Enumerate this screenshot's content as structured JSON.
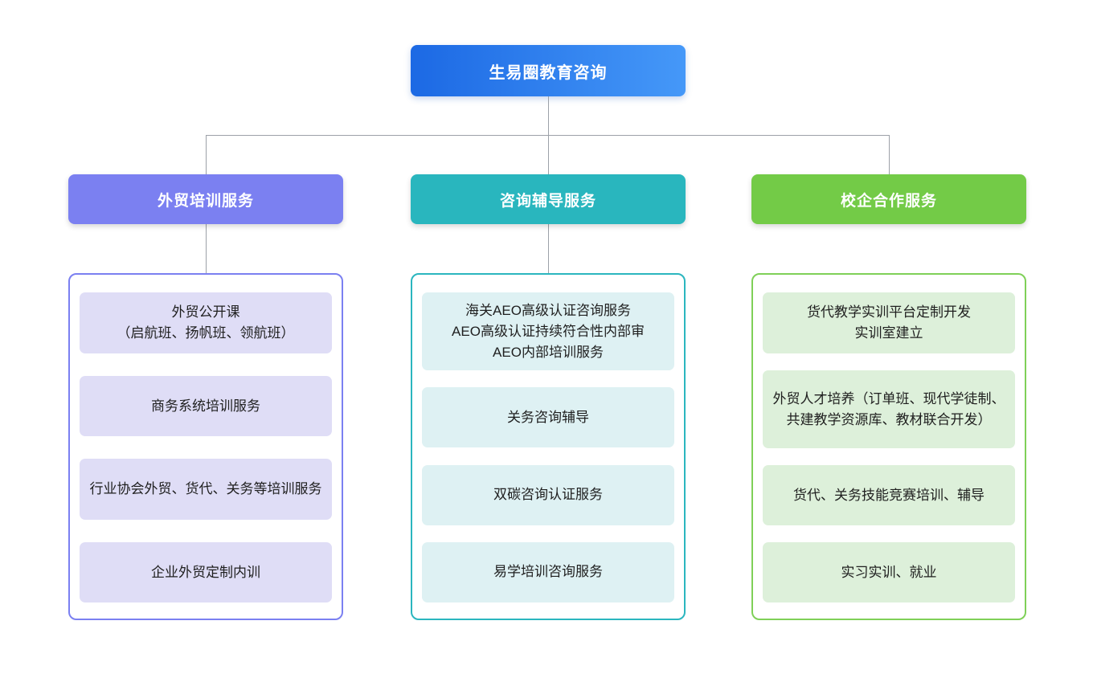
{
  "root": {
    "label": "生易圈教育咨询",
    "gradient_start": "#1C69E4",
    "gradient_end": "#4598F8"
  },
  "connector_color": "#9CA1A8",
  "branches": [
    {
      "label": "外贸培训服务",
      "header_color": "#7B80F1",
      "border_color": "#7B80F1",
      "item_bg": "#DFDDF6",
      "items": [
        {
          "text": "外贸公开课\n（启航班、扬帆班、领航班）"
        },
        {
          "text": "商务系统培训服务"
        },
        {
          "text": "行业协会外贸、货代、关务等培训服务"
        },
        {
          "text": "企业外贸定制内训"
        }
      ]
    },
    {
      "label": "咨询辅导服务",
      "header_color": "#29B6BE",
      "border_color": "#2BB6BF",
      "item_bg": "#DEF1F3",
      "items": [
        {
          "text": "海关AEO高级认证咨询服务\nAEO高级认证持续符合性内部审\nAEO内部培训服务"
        },
        {
          "text": "关务咨询辅导"
        },
        {
          "text": "双碳咨询认证服务"
        },
        {
          "text": "易学培训咨询服务"
        }
      ]
    },
    {
      "label": "校企合作服务",
      "header_color": "#73CB47",
      "border_color": "#7FD058",
      "item_bg": "#DDF0DA",
      "items": [
        {
          "text": "货代教学实训平台定制开发\n实训室建立"
        },
        {
          "text": "外贸人才培养（订单班、现代学徒制、共建教学资源库、教材联合开发）"
        },
        {
          "text": "货代、关务技能竞赛培训、辅导"
        },
        {
          "text": "实习实训、就业"
        }
      ]
    }
  ]
}
